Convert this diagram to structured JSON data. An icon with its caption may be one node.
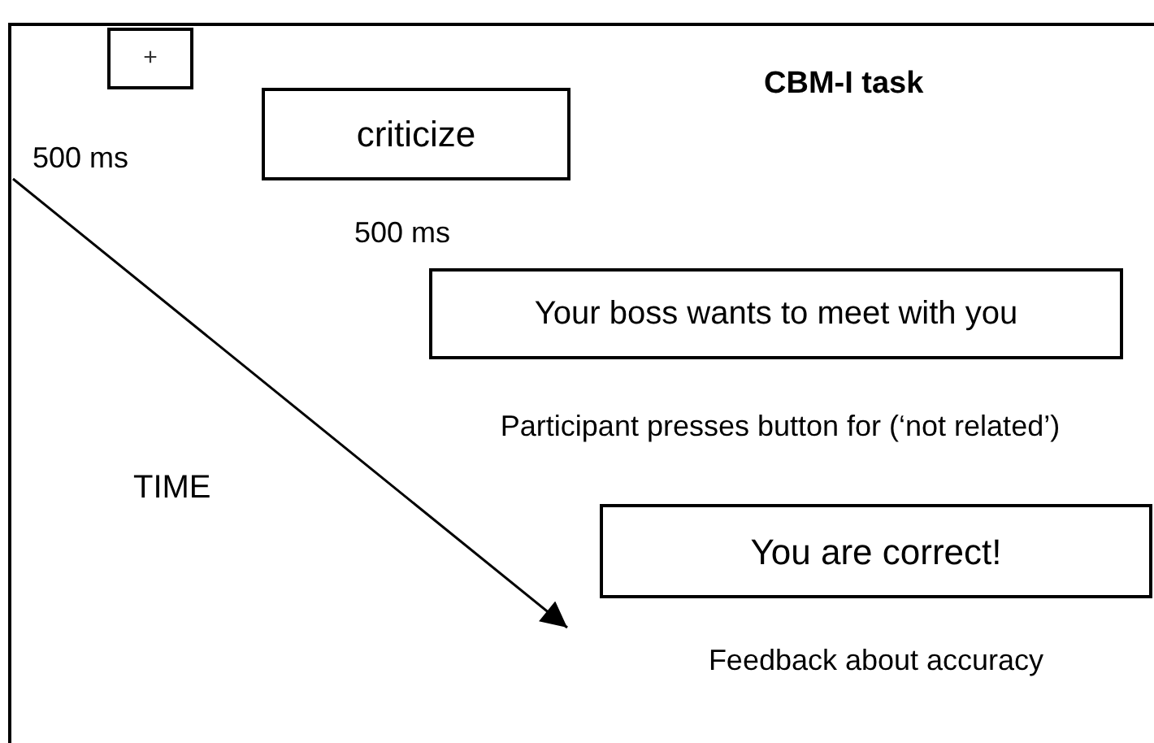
{
  "diagram": {
    "title": "CBM-I task",
    "nodes": [
      {
        "text": [
          "+"
        ],
        "beside": [
          "500 ms"
        ]
      },
      {
        "text": [
          "criticize"
        ],
        "beside": [
          "500 ms"
        ]
      },
      {
        "text": [
          "Your boss wants to meet with you"
        ],
        "beside": [
          "Participant presses button for (‘not related’)"
        ]
      },
      {
        "text": [
          "You are correct!"
        ],
        "beside": [
          "Feedback about accuracy"
        ]
      }
    ],
    "edges": [],
    "labels": [
      "TIME"
    ]
  }
}
